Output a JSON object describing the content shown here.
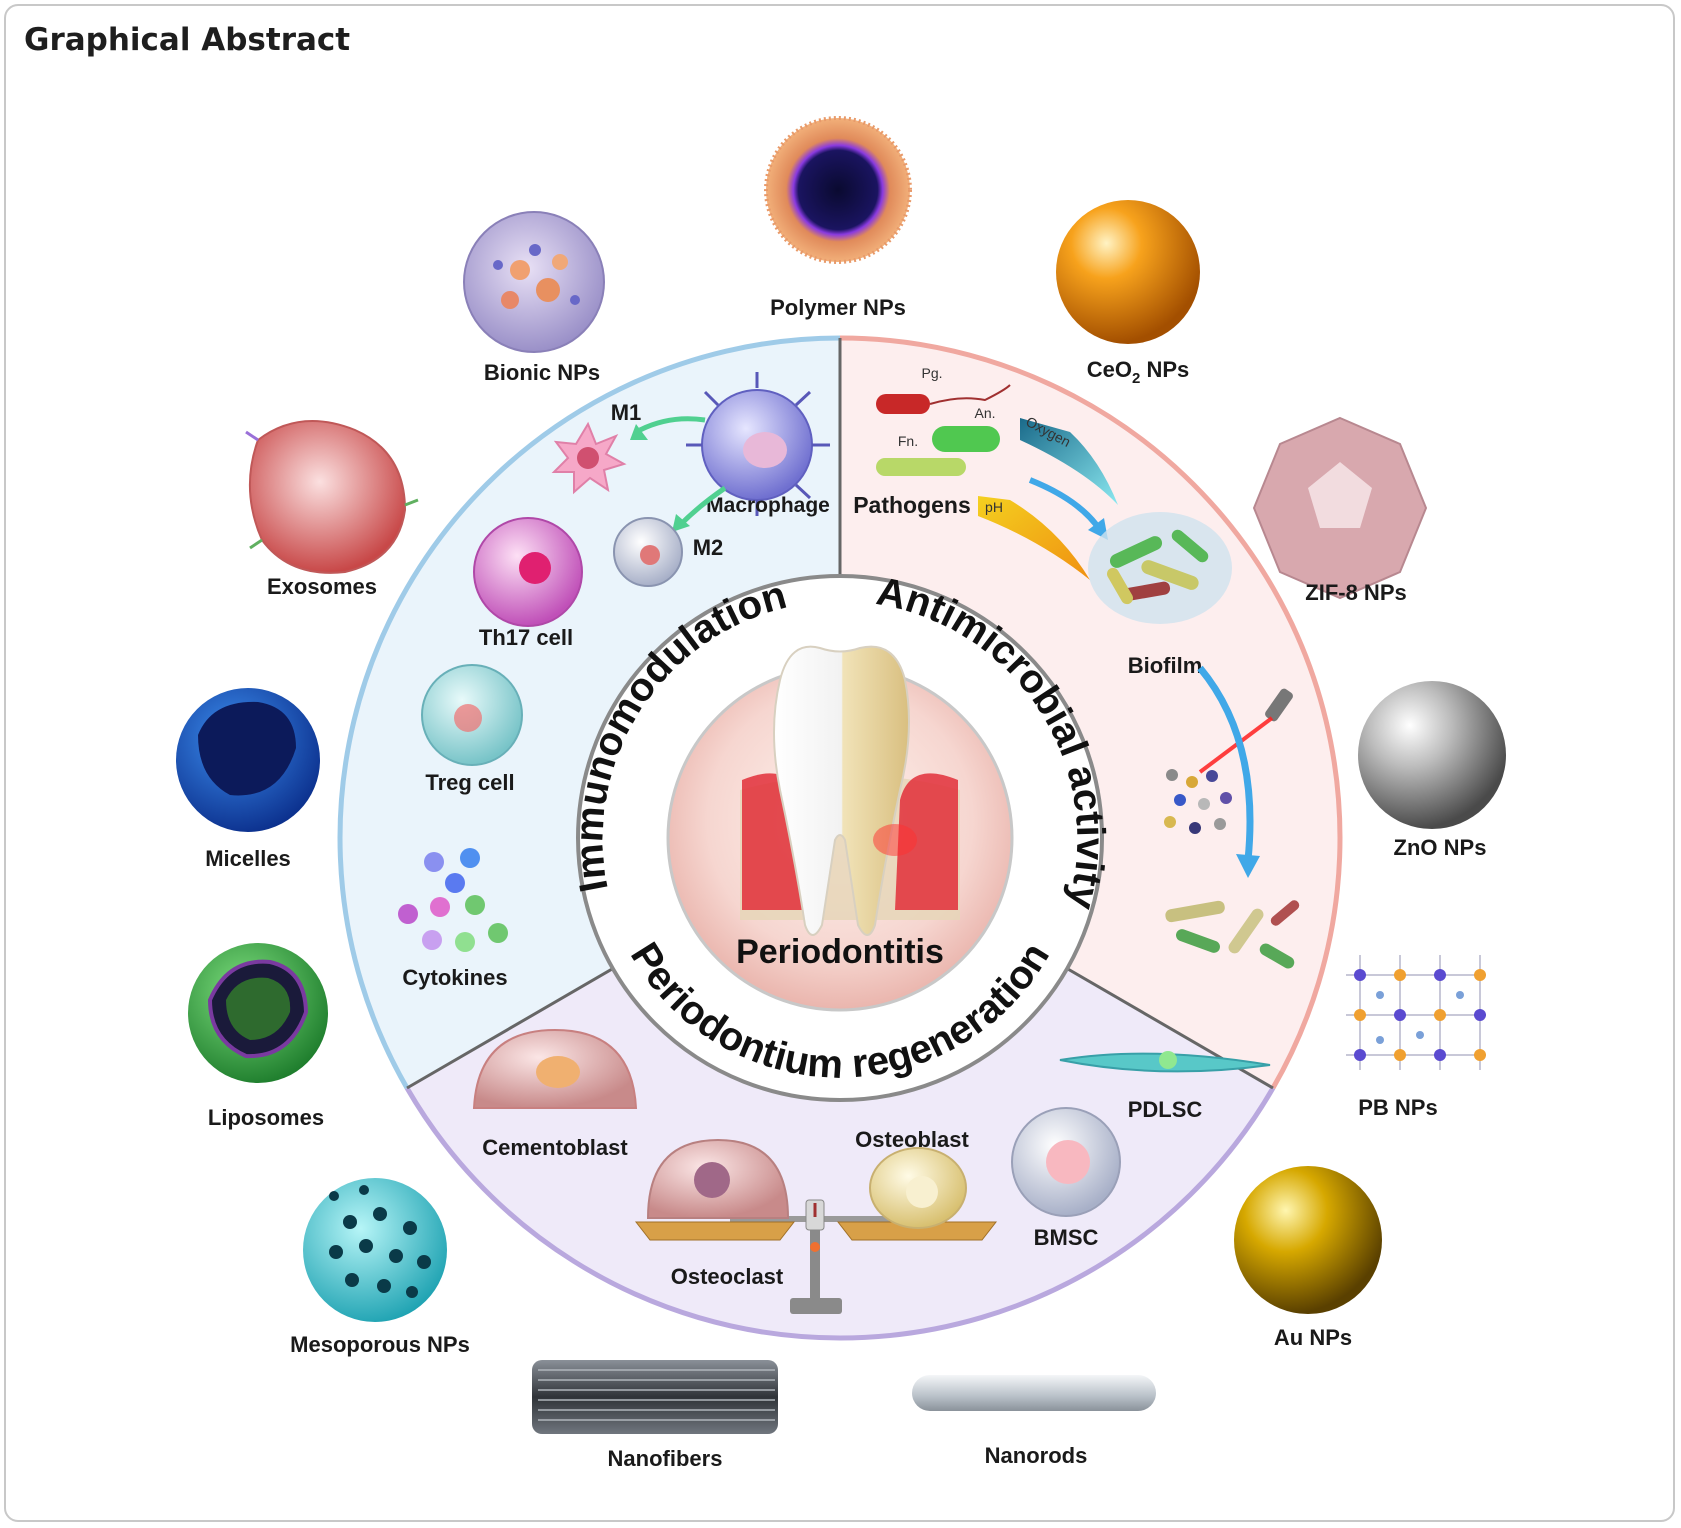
{
  "header": {
    "title": "Graphical Abstract"
  },
  "center": {
    "label": "Periodontitis"
  },
  "sections": {
    "immunomodulation": "Immunomodulation",
    "antimicrobial": "Antimicrobial activity",
    "regeneration": "Periodontium regeneration"
  },
  "immune_cells": {
    "m1": "M1",
    "m2": "M2",
    "macrophage": "Macrophage",
    "th17": "Th17 cell",
    "treg": "Treg cell",
    "cytokines": "Cytokines"
  },
  "antimicrobial_items": {
    "pg": "Pg.",
    "an": "An.",
    "fn": "Fn.",
    "pathogens": "Pathogens",
    "oxygen": "Oxygen",
    "ph": "pH",
    "biofilm": "Biofilm"
  },
  "regeneration_cells": {
    "cementoblast": "Cementoblast",
    "osteoblast": "Osteoblast",
    "osteoclast": "Osteoclast",
    "pdlsc": "PDLSC",
    "bmsc": "BMSC"
  },
  "nanoparticles": {
    "polymer": "Polymer NPs",
    "bionic": "Bionic NPs",
    "ceo2_main": "CeO",
    "ceo2_sub": "2",
    "ceo2_tail": " NPs",
    "exosomes": "Exosomes",
    "zif8": "ZIF-8 NPs",
    "micelles": "Micelles",
    "zno": "ZnO NPs",
    "liposomes": "Liposomes",
    "pb": "PB NPs",
    "mesoporous": "Mesoporous NPs",
    "au": "Au NPs",
    "nanofibers": "Nanofibers",
    "nanorods": "Nanorods"
  },
  "colors": {
    "immuno_ring": "#9fcbe8",
    "antimicrobial_ring": "#f0a8a0",
    "regeneration_ring": "#b9a8de"
  }
}
